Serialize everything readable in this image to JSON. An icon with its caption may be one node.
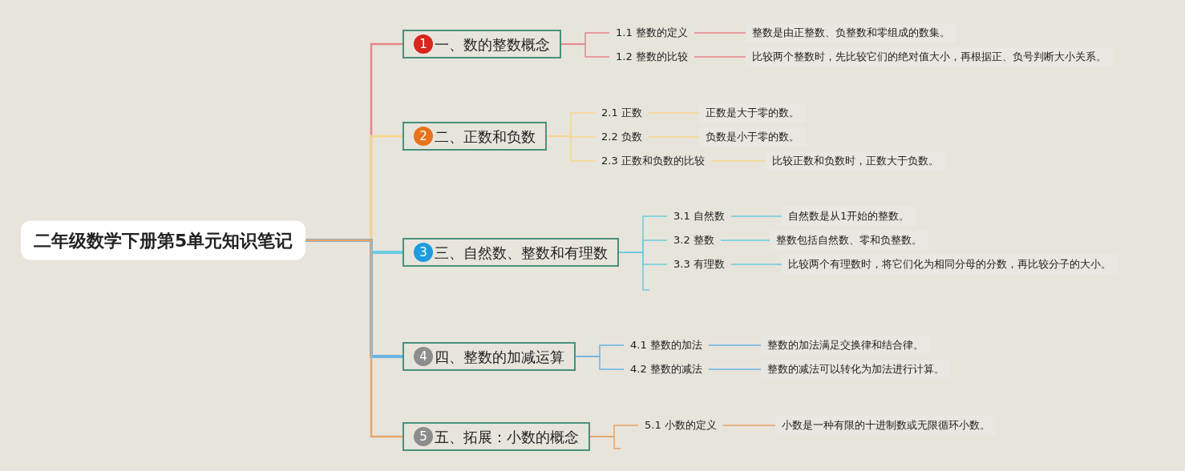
{
  "diagram": {
    "nodes": [
      {
        "text": [
          "二年级数学下册第5单元知识笔记"
        ]
      },
      {
        "text": [
          "1",
          "一、数的整数概念"
        ]
      },
      {
        "text": [
          "1.1 整数的定义"
        ]
      },
      {
        "text": [
          "整数是由正整数、负整数和零组成的数集。"
        ]
      },
      {
        "text": [
          "1.2 整数的比较"
        ]
      },
      {
        "text": [
          "比较两个整数时，先比较它们的绝对值大小，再根据正、负号判断大小关系。"
        ]
      },
      {
        "text": [
          "2",
          "二、正数和负数"
        ]
      },
      {
        "text": [
          "2.1 正数"
        ]
      },
      {
        "text": [
          "正数是大于零的数。"
        ]
      },
      {
        "text": [
          "2.2 负数"
        ]
      },
      {
        "text": [
          "负数是小于零的数。"
        ]
      },
      {
        "text": [
          "2.3 正数和负数的比较"
        ]
      },
      {
        "text": [
          "比较正数和负数时，正数大于负数。"
        ]
      },
      {
        "text": [
          "3",
          "三、自然数、整数和有理数"
        ]
      },
      {
        "text": [
          "3.1 自然数"
        ]
      },
      {
        "text": [
          "自然数是从1开始的整数。"
        ]
      },
      {
        "text": [
          "3.2 整数"
        ]
      },
      {
        "text": [
          "整数包括自然数、零和负整数。"
        ]
      },
      {
        "text": [
          "3.3 有理数"
        ]
      },
      {
        "text": [
          "比较两个有理数时，将它们化为相同分母的分数，再比较分子的大小。"
        ]
      },
      {
        "text": [
          "4",
          "四、整数的加减运算"
        ]
      },
      {
        "text": [
          "4.1 整数的加法"
        ]
      },
      {
        "text": [
          "整数的加法满足交换律和结合律。"
        ]
      },
      {
        "text": [
          "4.2 整数的减法"
        ]
      },
      {
        "text": [
          "整数的减法可以转化为加法进行计算。"
        ]
      },
      {
        "text": [
          "5",
          "五、拓展：小数的概念"
        ]
      },
      {
        "text": [
          "5.1 小数的定义"
        ]
      },
      {
        "text": [
          "小数是一种有限的十进制数或无限循环小数。"
        ]
      }
    ],
    "edges": [
      {
        "from": 0,
        "to": 1,
        "arrow": "none",
        "color": "#e8848a"
      },
      {
        "from": 0,
        "to": 6,
        "arrow": "none",
        "color": "#f7d68a"
      },
      {
        "from": 0,
        "to": 13,
        "arrow": "none",
        "color": "#6ccbe0",
        "style": "thick"
      },
      {
        "from": 0,
        "to": 20,
        "arrow": "none",
        "color": "#6cb4e4",
        "style": "thick"
      },
      {
        "from": 0,
        "to": 25,
        "arrow": "none",
        "color": "#e8a468"
      },
      {
        "from": 1,
        "to": 2,
        "arrow": "none",
        "color": "#e8848a"
      },
      {
        "from": 1,
        "to": 4,
        "arrow": "none",
        "color": "#e8848a"
      },
      {
        "from": 2,
        "to": 3,
        "arrow": "none",
        "color": "#e8848a"
      },
      {
        "from": 4,
        "to": 5,
        "arrow": "none",
        "color": "#e8848a"
      },
      {
        "from": 6,
        "to": 7,
        "arrow": "none",
        "color": "#f7d68a"
      },
      {
        "from": 6,
        "to": 9,
        "arrow": "none",
        "color": "#f7d68a"
      },
      {
        "from": 6,
        "to": 11,
        "arrow": "none",
        "color": "#f7d68a"
      },
      {
        "from": 7,
        "to": 8,
        "arrow": "none",
        "color": "#f7d68a"
      },
      {
        "from": 9,
        "to": 10,
        "arrow": "none",
        "color": "#f7d68a"
      },
      {
        "from": 11,
        "to": 12,
        "arrow": "none",
        "color": "#f7d68a"
      },
      {
        "from": 13,
        "to": 14,
        "arrow": "none",
        "color": "#6ccbe0"
      },
      {
        "from": 13,
        "to": 16,
        "arrow": "none",
        "color": "#6ccbe0"
      },
      {
        "from": 13,
        "to": 18,
        "arrow": "none",
        "color": "#6ccbe0"
      },
      {
        "from": 13,
        "to": null,
        "arrow": "none",
        "color": "#6ccbe0"
      },
      {
        "from": 14,
        "to": 15,
        "arrow": "none",
        "color": "#6ccbe0"
      },
      {
        "from": 16,
        "to": 17,
        "arrow": "none",
        "color": "#6ccbe0"
      },
      {
        "from": 18,
        "to": 19,
        "arrow": "none",
        "color": "#6ccbe0"
      },
      {
        "from": 20,
        "to": 21,
        "arrow": "none",
        "color": "#6cb4e4"
      },
      {
        "from": 20,
        "to": 23,
        "arrow": "none",
        "color": "#6cb4e4"
      },
      {
        "from": 21,
        "to": 22,
        "arrow": "none",
        "color": "#6cb4e4"
      },
      {
        "from": 23,
        "to": 24,
        "arrow": "none",
        "color": "#6cb4e4"
      },
      {
        "from": 25,
        "to": 26,
        "arrow": "none",
        "color": "#e8a468"
      },
      {
        "from": 25,
        "to": null,
        "arrow": "none",
        "color": "#e8a468"
      },
      {
        "from": 26,
        "to": 27,
        "arrow": "none",
        "color": "#e8a468"
      }
    ]
  }
}
